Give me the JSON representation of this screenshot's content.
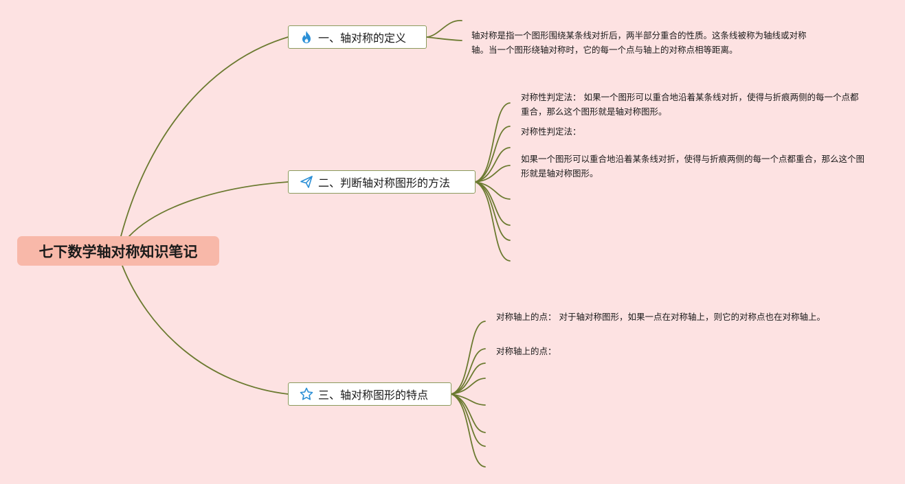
{
  "root": {
    "title": "七下数学轴对称知识笔记"
  },
  "topics": [
    {
      "label": "一、轴对称的定义",
      "icon": "fire-icon",
      "notes": [
        "轴对称是指一个图形围绕某条线对折后，两半部分重合的性质。这条线被称为轴线或对称轴。当一个图形绕轴对称时，它的每一个点与轴上的对称点相等距离。"
      ]
    },
    {
      "label": "二、判断轴对称图形的方法",
      "icon": "paper-plane-icon",
      "notes": [
        "对称性判定法： 如果一个图形可以重合地沿着某条线对折，使得与折痕两侧的每一个点都重合，那么这个图形就是轴对称图形。",
        "对称性判定法：",
        "如果一个图形可以重合地沿着某条线对折，使得与折痕两侧的每一个点都重合，那么这个图形就是轴对称图形。"
      ]
    },
    {
      "label": "三、轴对称图形的特点",
      "icon": "star-icon",
      "notes": [
        "对称轴上的点： 对于轴对称图形，如果一点在对称轴上，则它的对称点也在对称轴上。",
        "对称轴上的点："
      ]
    }
  ],
  "colors": {
    "background": "#fde2e2",
    "root_fill": "#f8b8a9",
    "connector": "#6b7a30",
    "topic_border": "#8a9a5b",
    "icon_blue": "#2a8fd6"
  }
}
